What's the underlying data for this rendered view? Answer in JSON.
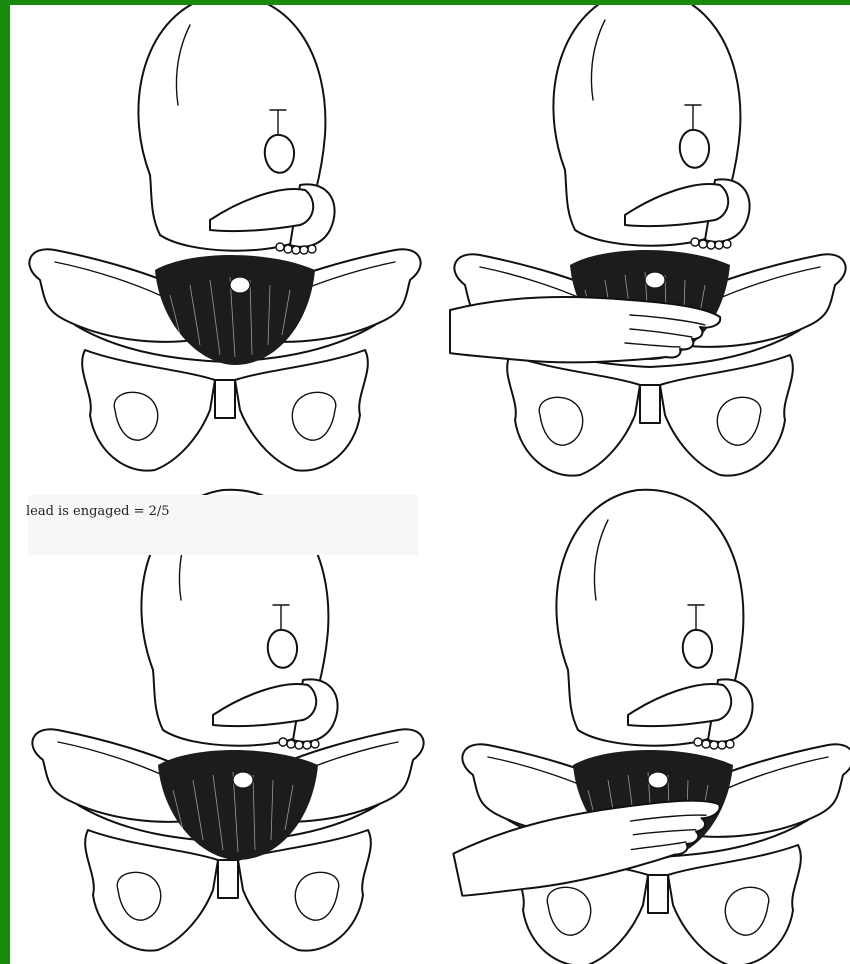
{
  "caption": {
    "text": "lead is engaged = 2/5"
  },
  "colors": {
    "frame": "#1a8a0f",
    "panel": "#ffffff",
    "ink": "#111111"
  },
  "panels": [
    {
      "name": "top-left",
      "hand": false
    },
    {
      "name": "top-right",
      "hand": true
    },
    {
      "name": "bottom-left",
      "hand": false
    },
    {
      "name": "bottom-right",
      "hand": true
    }
  ]
}
